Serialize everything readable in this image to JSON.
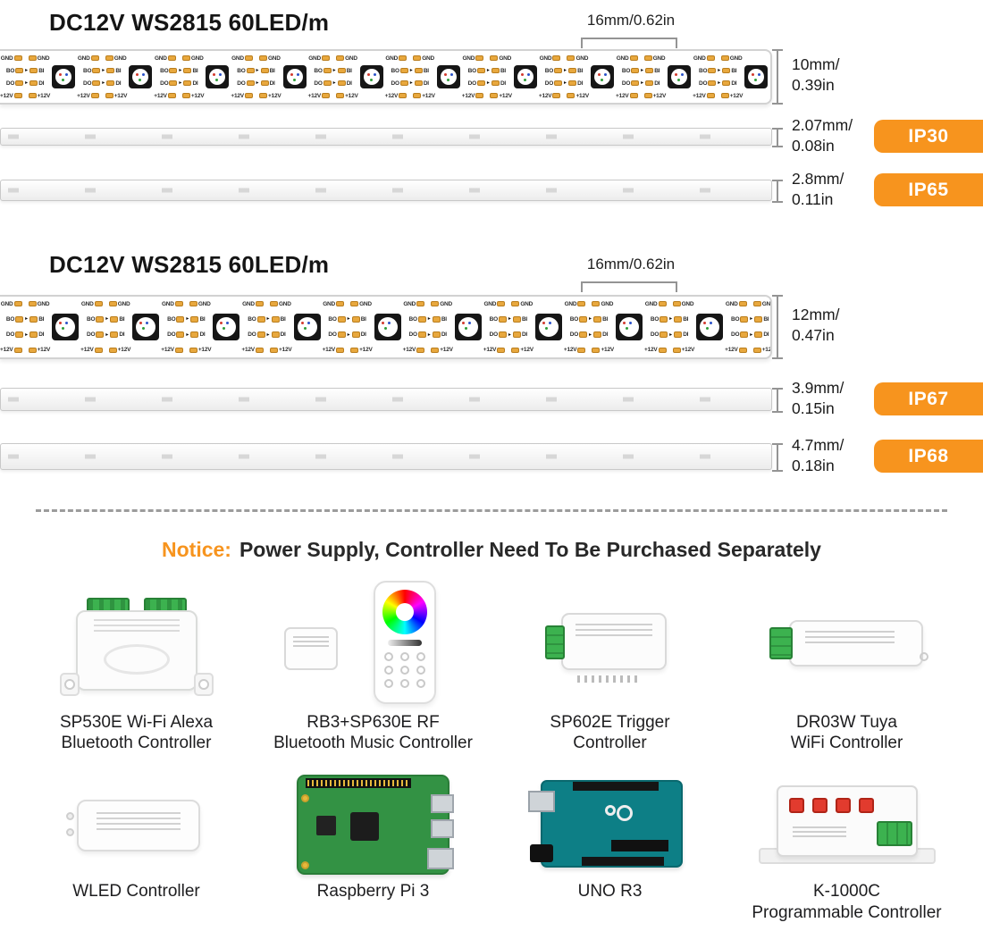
{
  "colors": {
    "accent": "#F7941E"
  },
  "strip": {
    "segments": 10,
    "rows": [
      {
        "l": "GND",
        "r": "GND",
        "arrow": false
      },
      {
        "l": "BO",
        "r": "BI",
        "arrow": true
      },
      {
        "l": "DO",
        "r": "DI",
        "arrow": true
      },
      {
        "l": "+12V",
        "r": "+12V",
        "arrow": false
      }
    ]
  },
  "section1": {
    "title": "DC12V WS2815 60LED/m",
    "pitch": "16mm/0.62in",
    "height_mm": "10mm/",
    "height_in": "0.39in",
    "bars": [
      {
        "mm": "2.07mm/",
        "in": "0.08in",
        "badge": "IP30"
      },
      {
        "mm": "2.8mm/",
        "in": "0.11in",
        "badge": "IP65"
      }
    ]
  },
  "section2": {
    "title": "DC12V WS2815 60LED/m",
    "pitch": "16mm/0.62in",
    "height_mm": "12mm/",
    "height_in": "0.47in",
    "bars": [
      {
        "mm": "3.9mm/",
        "in": "0.15in",
        "badge": "IP67"
      },
      {
        "mm": "4.7mm/",
        "in": "0.18in",
        "badge": "IP68"
      }
    ]
  },
  "notice": {
    "prefix": "Notice:",
    "text": "Power Supply, Controller Need To Be Purchased Separately"
  },
  "products": [
    {
      "name": "SP530E Wi-Fi Alexa\nBluetooth Controller"
    },
    {
      "name": "RB3+SP630E RF\nBluetooth Music Controller"
    },
    {
      "name": "SP602E Trigger\nController"
    },
    {
      "name": "DR03W Tuya\nWiFi Controller"
    },
    {
      "name": "WLED Controller"
    },
    {
      "name": "Raspberry Pi 3"
    },
    {
      "name": "UNO R3"
    },
    {
      "name": "K-1000C\nProgrammable Controller"
    }
  ]
}
